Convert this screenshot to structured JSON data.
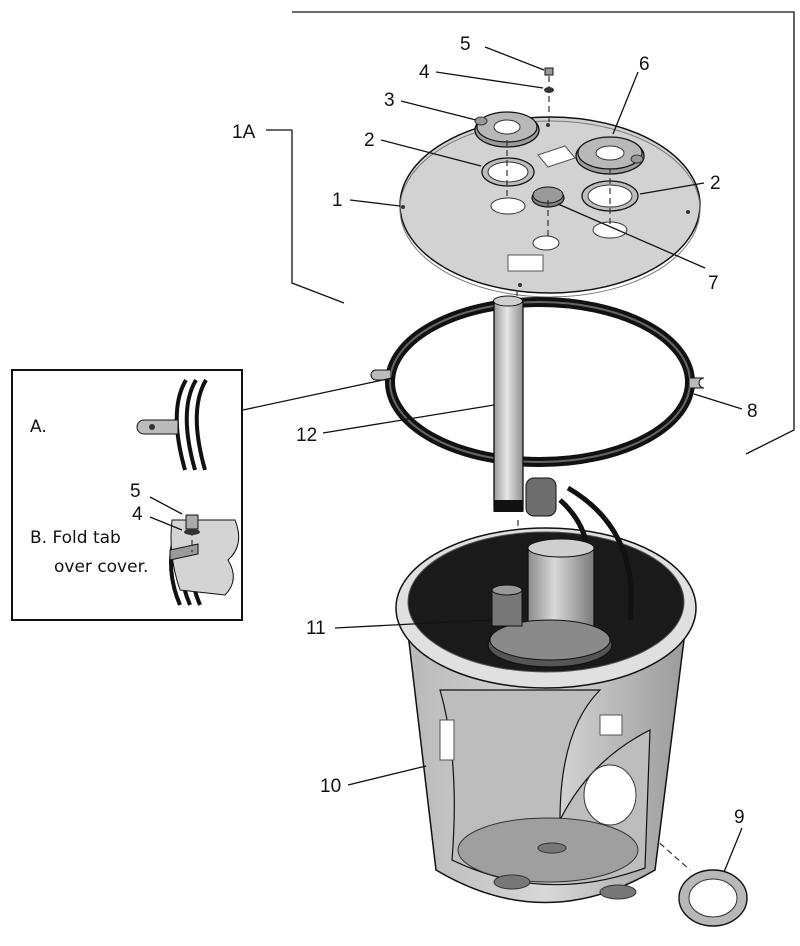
{
  "callouts": {
    "c1": "1",
    "c1a": "1A",
    "c2a": "2",
    "c2b": "2",
    "c3": "3",
    "c4": "4",
    "c5": "5",
    "c6": "6",
    "c7": "7",
    "c8": "8",
    "c9": "9",
    "c10": "10",
    "c11": "11",
    "c12": "12"
  },
  "inset": {
    "a_label": "A.",
    "b_label": "B. Fold tab",
    "b_label_line2": "over cover.",
    "c5": "5",
    "c4": "4"
  },
  "colors": {
    "part_fill": "#cfcfcf",
    "part_dark": "#8a8a8a",
    "outline": "#111111"
  }
}
